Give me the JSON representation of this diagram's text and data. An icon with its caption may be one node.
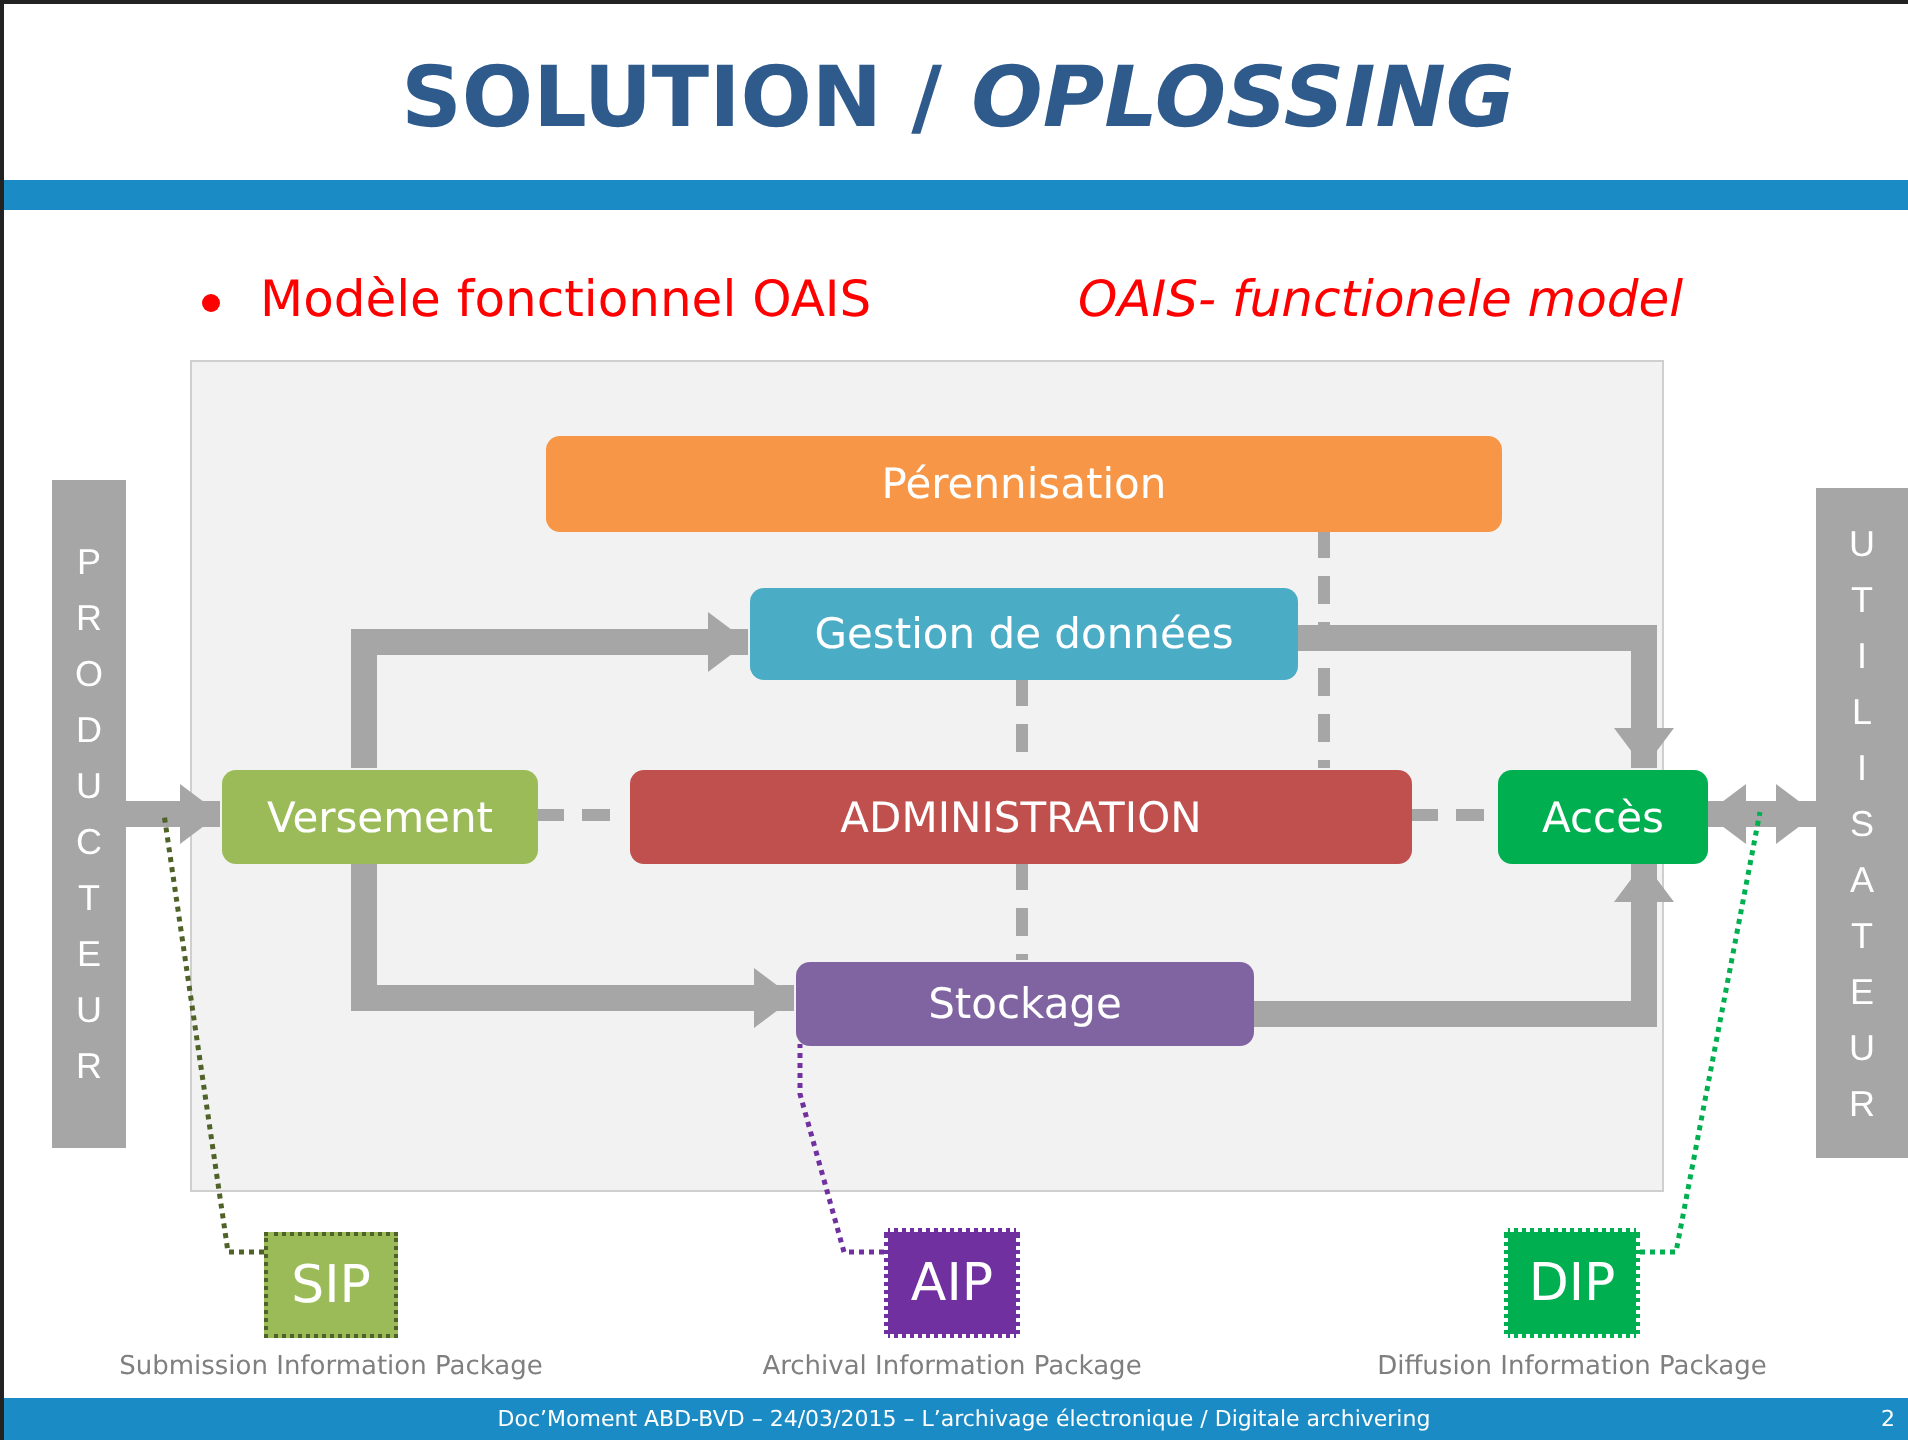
{
  "diagram": {
    "title": "SOLUTION / *OPLOSSING*",
    "nodes": [
      {
        "text": [],
        "shape": "box"
      },
      {
        "text": [
          "PRODUCTEUR"
        ]
      },
      {
        "text": [
          "Pérennisation"
        ],
        "in": 0
      },
      {
        "text": [
          "Gestion de données"
        ],
        "in": 0
      },
      {
        "text": [
          "Versement"
        ],
        "in": 0
      },
      {
        "text": [
          "ADMINISTRATION"
        ],
        "in": 0
      },
      {
        "text": [
          "Accès"
        ],
        "in": 0
      },
      {
        "text": [
          "Stockage"
        ],
        "in": 0
      },
      {
        "text": [
          "UTILISATEUR"
        ]
      },
      {
        "text": [
          "SIP"
        ],
        "beside": [
          "Submission Information Package"
        ]
      },
      {
        "text": [
          "AIP"
        ],
        "beside": [
          "Archival Information Package"
        ]
      },
      {
        "text": [
          "DIP"
        ],
        "beside": [
          "Diffusion Information Package"
        ]
      }
    ],
    "edges": [
      {
        "from": 1,
        "to": 4,
        "arrow": "to",
        "style": "thick"
      },
      {
        "from": 4,
        "to": 3,
        "arrow": "to",
        "style": "thick"
      },
      {
        "from": 4,
        "to": 7,
        "arrow": "to",
        "style": "thick"
      },
      {
        "from": 3,
        "to": 6,
        "arrow": "to",
        "style": "thick"
      },
      {
        "from": 7,
        "to": 6,
        "arrow": "to",
        "style": "thick"
      },
      {
        "from": 6,
        "to": 8,
        "arrow": "both",
        "style": "thick"
      },
      {
        "from": 4,
        "to": 5,
        "arrow": "none",
        "style": "dashed"
      },
      {
        "from": 5,
        "to": 6,
        "arrow": "none",
        "style": "dashed"
      },
      {
        "from": 3,
        "to": 5,
        "arrow": "none",
        "style": "dashed"
      },
      {
        "from": 5,
        "to": 7,
        "arrow": "none",
        "style": "dashed"
      },
      {
        "from": 2,
        "to": 5,
        "arrow": "none",
        "style": "dashed"
      },
      {
        "from": 9,
        "to": null,
        "arrow": "none",
        "style": "dashed",
        "color": "#4f6228"
      },
      {
        "from": 10,
        "to": 7,
        "arrow": "none",
        "style": "dashed",
        "color": "#7030a0"
      },
      {
        "from": 11,
        "to": null,
        "arrow": "none",
        "style": "dashed",
        "color": "#00b050"
      }
    ],
    "labels": [
      "Modèle fonctionnel OAIS",
      "OAIS- functionele model",
      "Doc’Moment ABD-BVD –  24/03/2015  – L’archivage électronique / Digitale archivering",
      "2"
    ]
  }
}
